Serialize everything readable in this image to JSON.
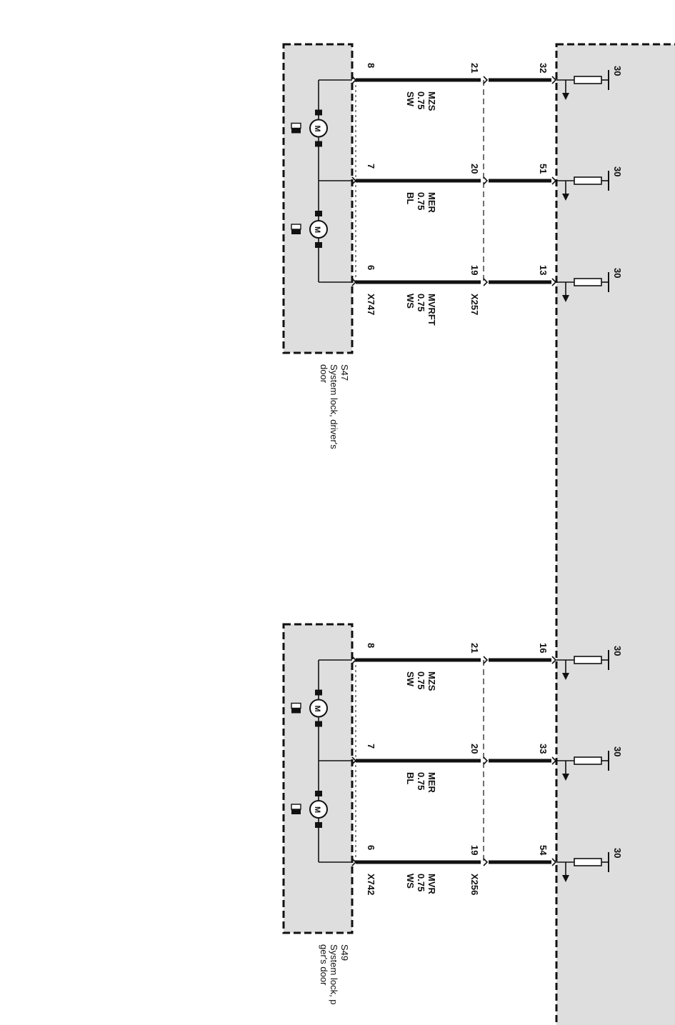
{
  "colors": {
    "wire": "#111111",
    "module_fill": "#dedede",
    "page": "#ffffff"
  },
  "icons": [
    "motor-icon",
    "fuse-icon",
    "ground-arrow-icon",
    "lock-symbol-icon"
  ],
  "control_unit": {
    "terminals": [
      "30",
      "30",
      "30",
      "30",
      "30",
      "30"
    ]
  },
  "groups": [
    {
      "component_id": "S47",
      "component_desc_lines": [
        "System lock, driver's",
        "door"
      ],
      "inner_connector": "X747",
      "middle_connector": "X257",
      "wires": [
        {
          "func": "MZS",
          "gauge": "0.75",
          "color": "SW",
          "pin_inner": "8",
          "pin_mid": "21",
          "pin_ecu": "32"
        },
        {
          "func": "MER",
          "gauge": "0.75",
          "color": "BL",
          "pin_inner": "7",
          "pin_mid": "20",
          "pin_ecu": "51"
        },
        {
          "func": "MVRFT",
          "gauge": "0.75",
          "color": "WS",
          "pin_inner": "6",
          "pin_mid": "19",
          "pin_ecu": "13"
        }
      ]
    },
    {
      "component_id": "S49",
      "component_desc_lines": [
        "System lock, p",
        "ger's door"
      ],
      "inner_connector": "X742",
      "middle_connector": "X256",
      "wires": [
        {
          "func": "MZS",
          "gauge": "0.75",
          "color": "SW",
          "pin_inner": "8",
          "pin_mid": "21",
          "pin_ecu": "16"
        },
        {
          "func": "MER",
          "gauge": "0.75",
          "color": "BL",
          "pin_inner": "7",
          "pin_mid": "20",
          "pin_ecu": "33"
        },
        {
          "func": "MVR",
          "gauge": "0.75",
          "color": "WS",
          "pin_inner": "6",
          "pin_mid": "19",
          "pin_ecu": "54"
        }
      ]
    }
  ]
}
